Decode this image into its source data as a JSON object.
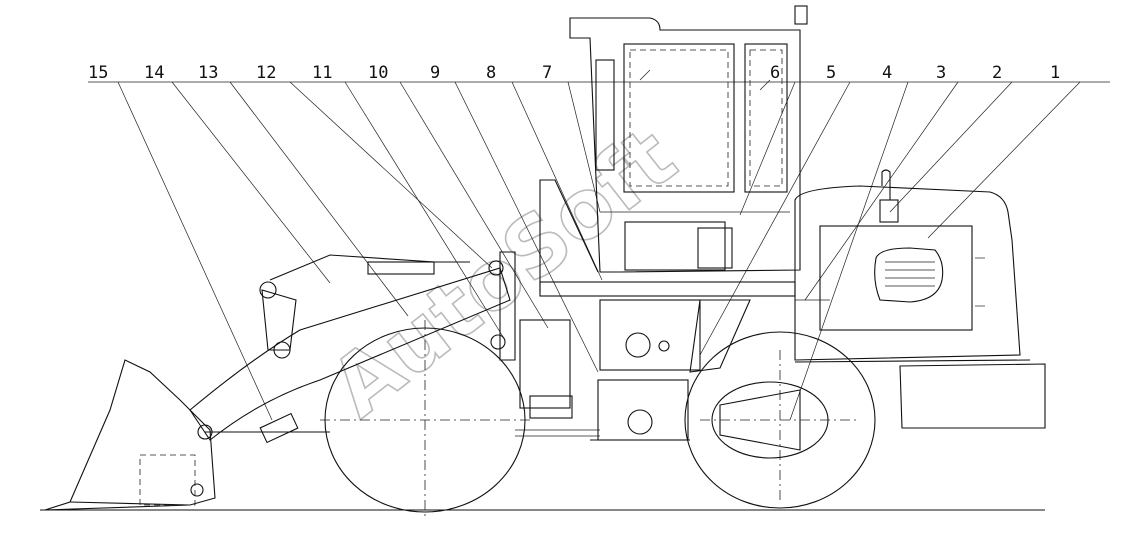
{
  "diagram": {
    "callouts": [
      {
        "label": "15"
      },
      {
        "label": "14"
      },
      {
        "label": "13"
      },
      {
        "label": "12"
      },
      {
        "label": "11"
      },
      {
        "label": "10"
      },
      {
        "label": "9"
      },
      {
        "label": "8"
      },
      {
        "label": "7"
      },
      {
        "label": "6"
      },
      {
        "label": "5"
      },
      {
        "label": "4"
      },
      {
        "label": "3"
      },
      {
        "label": "2"
      },
      {
        "label": "1"
      }
    ],
    "watermark": "AutoSoft"
  }
}
